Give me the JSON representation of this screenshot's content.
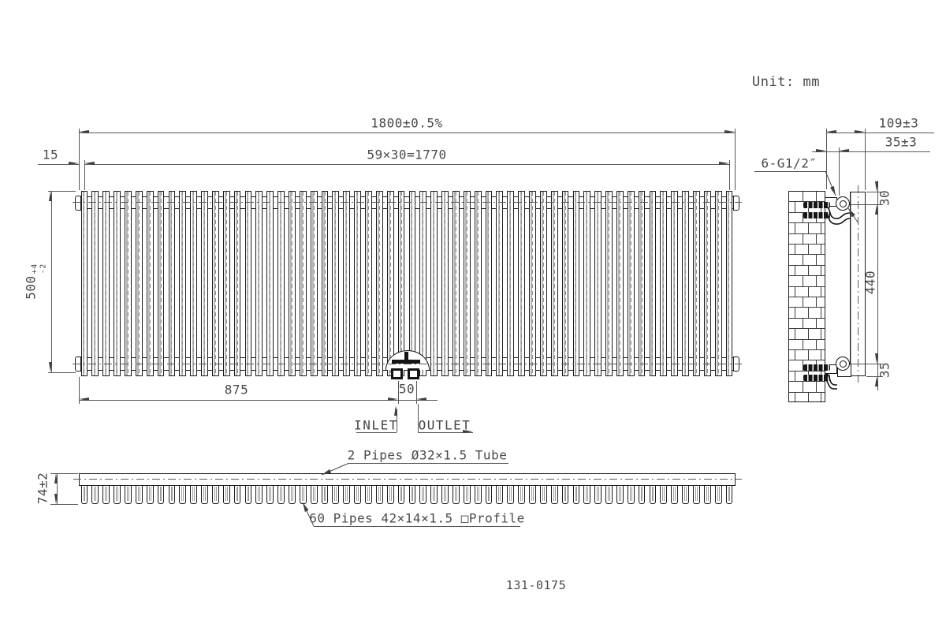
{
  "meta": {
    "unit_label": "Unit: mm",
    "drawing_number": "131-0175"
  },
  "front_view": {
    "bar_count": 60,
    "dims": {
      "overall_width": "1800±0.5%",
      "bar_pitch": "59×30=1770",
      "end_offset": "15",
      "height": {
        "value": "500",
        "upper_tol": "+4",
        "lower_tol": "-2"
      },
      "inlet_from_left": "875",
      "inlet_outlet_spacing": "50"
    },
    "labels": {
      "inlet": "INLET",
      "outlet": "OUTLET"
    }
  },
  "side_view": {
    "dims": {
      "overall_depth": "109±3",
      "wall_to_pipe": "35±3",
      "top_to_pipe_center": "30",
      "pipe_center_distance": "440",
      "pipe_center_to_bottom": "35"
    },
    "labels": {
      "connections": "6-G1/2″"
    }
  },
  "bottom_view": {
    "fin_count": 60,
    "dims": {
      "overall_depth": "74±2"
    },
    "labels": {
      "tube": "2 Pipes Ø32×1.5 Tube",
      "profile": "60 Pipes 42×14×1.5 □Profile"
    }
  }
}
